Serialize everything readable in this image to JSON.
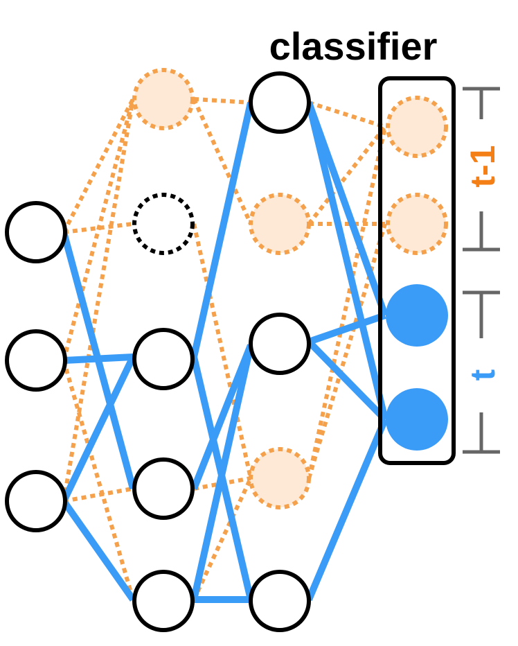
{
  "labels": {
    "classifier": "classifier",
    "prev_task": "t-1",
    "curr_task": "t"
  },
  "colors": {
    "active": "#3b9cf8",
    "inactive": "#f5a04a",
    "inactive_fill": "#fde9d6",
    "outline": "#000000",
    "bracket": "#666666",
    "prev_task_label": "#f57f17",
    "curr_task_label": "#3b9cf8"
  },
  "network": {
    "layers": [
      {
        "name": "input",
        "nodes": [
          "active",
          "active",
          "active"
        ]
      },
      {
        "name": "hidden-1",
        "nodes": [
          "inactive",
          "pruned",
          "active",
          "active",
          "active"
        ]
      },
      {
        "name": "hidden-2",
        "nodes": [
          "active",
          "inactive",
          "active",
          "inactive",
          "active"
        ]
      },
      {
        "name": "classifier",
        "nodes": [
          "inactive",
          "inactive",
          "current",
          "current"
        ]
      }
    ],
    "classifier_groups": [
      {
        "label": "t-1",
        "nodes": [
          0,
          1
        ]
      },
      {
        "label": "t",
        "nodes": [
          2,
          3
        ]
      }
    ]
  }
}
